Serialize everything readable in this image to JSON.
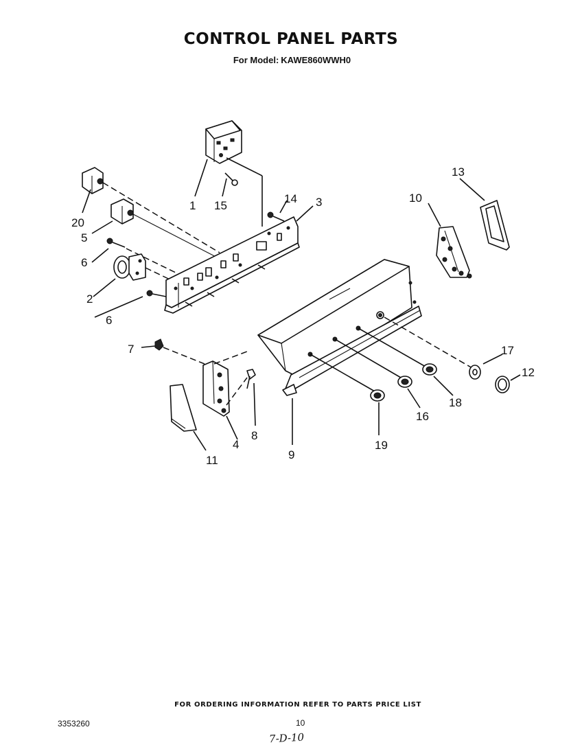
{
  "header": {
    "title": "CONTROL PANEL PARTS",
    "model_prefix": "For Model:",
    "model_number": "KAWE860WWH0"
  },
  "callouts": [
    "1",
    "2",
    "3",
    "4",
    "5",
    "6",
    "6",
    "7",
    "8",
    "9",
    "10",
    "11",
    "12",
    "13",
    "14",
    "15",
    "16",
    "17",
    "18",
    "19",
    "20"
  ],
  "footer": {
    "note": "FOR ORDERING INFORMATION REFER TO PARTS PRICE LIST",
    "doc_number": "3353260",
    "page_number": "10",
    "handwritten_date": "7-D-10"
  }
}
